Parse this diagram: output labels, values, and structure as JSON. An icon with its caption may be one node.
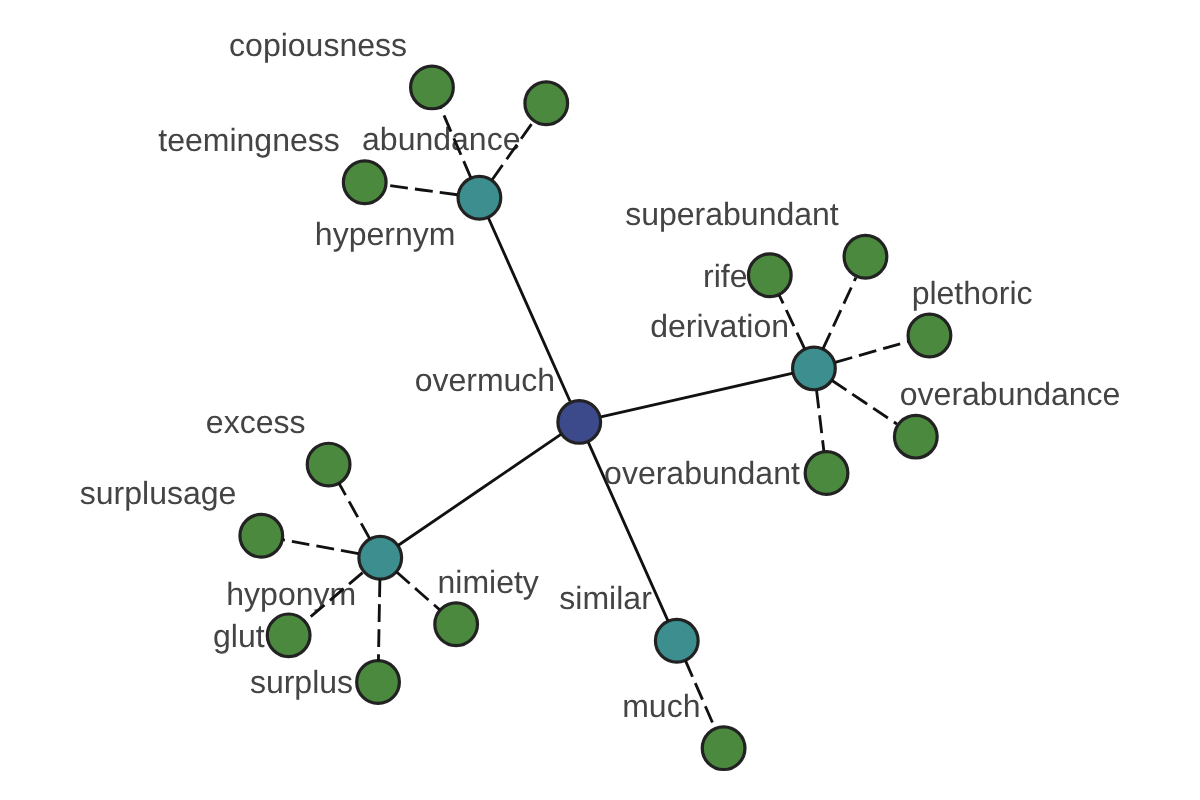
{
  "diagram": {
    "nodes": [
      {
        "text": [
          "overmuch"
        ]
      },
      {
        "text": [
          "hypernym"
        ]
      },
      {
        "text": [
          "teemingness"
        ]
      },
      {
        "text": [
          "abundance"
        ]
      },
      {
        "text": [
          "copiousness"
        ]
      },
      {
        "text": [
          "similar"
        ]
      },
      {
        "text": [
          "much"
        ]
      },
      {
        "text": [
          "hyponym"
        ]
      },
      {
        "text": [
          "excess"
        ]
      },
      {
        "text": [
          "surplusage"
        ]
      },
      {
        "text": [
          "surplus"
        ]
      },
      {
        "text": [
          "glut"
        ]
      },
      {
        "text": [
          "nimiety"
        ]
      },
      {
        "text": [
          "derivation"
        ]
      },
      {
        "text": [
          "plethoric"
        ]
      },
      {
        "text": [
          "overabundance"
        ]
      },
      {
        "text": [
          "superabundant"
        ]
      },
      {
        "text": [
          "overabundant"
        ]
      },
      {
        "text": [
          "rife"
        ]
      }
    ],
    "edges": [
      {
        "from": 0,
        "to": 1,
        "arrow": "none"
      },
      {
        "from": 1,
        "to": 2,
        "arrow": "none",
        "style": "dashed"
      },
      {
        "from": 1,
        "to": 3,
        "arrow": "none",
        "style": "dashed"
      },
      {
        "from": 1,
        "to": 4,
        "arrow": "none",
        "style": "dashed"
      },
      {
        "from": 0,
        "to": 5,
        "arrow": "none"
      },
      {
        "from": 5,
        "to": 6,
        "arrow": "none",
        "style": "dashed"
      },
      {
        "from": 0,
        "to": 7,
        "arrow": "none"
      },
      {
        "from": 7,
        "to": 8,
        "arrow": "none",
        "style": "dashed"
      },
      {
        "from": 7,
        "to": 9,
        "arrow": "none",
        "style": "dashed"
      },
      {
        "from": 7,
        "to": 10,
        "arrow": "none",
        "style": "dashed"
      },
      {
        "from": 7,
        "to": 11,
        "arrow": "none",
        "style": "dashed"
      },
      {
        "from": 7,
        "to": 12,
        "arrow": "none",
        "style": "dashed"
      },
      {
        "from": 0,
        "to": 13,
        "arrow": "none"
      },
      {
        "from": 13,
        "to": 14,
        "arrow": "none",
        "style": "dashed"
      },
      {
        "from": 13,
        "to": 15,
        "arrow": "none",
        "style": "dashed"
      },
      {
        "from": 13,
        "to": 16,
        "arrow": "none",
        "style": "dashed"
      },
      {
        "from": 13,
        "to": 17,
        "arrow": "none",
        "style": "dashed"
      },
      {
        "from": 13,
        "to": 18,
        "arrow": "none",
        "style": "dashed"
      }
    ]
  }
}
